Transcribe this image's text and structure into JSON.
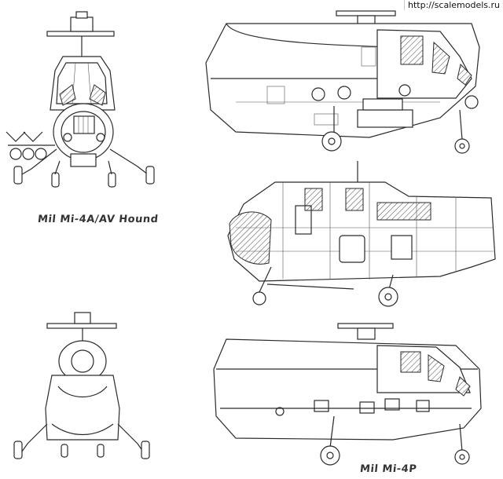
{
  "watermark_url": "http://scalemodels.ru",
  "captions": {
    "top": "Mil Mi-4A/AV Hound",
    "bottom": "Mil Mi-4P"
  }
}
